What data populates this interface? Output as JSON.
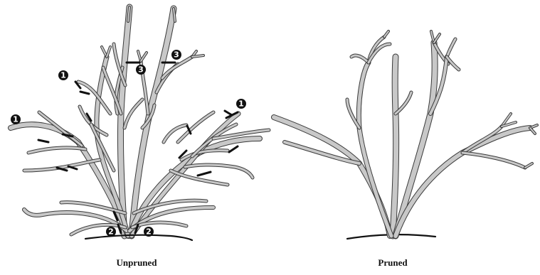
{
  "captions": {
    "left": "Unpruned",
    "right": "Pruned"
  },
  "markers": {
    "one": "1",
    "two": "2",
    "three": "3"
  },
  "colors": {
    "branch_fill": "#c8c8c8",
    "branch_outline": "#3a3a3a",
    "cut_marks": "#111111",
    "background": "#ffffff"
  }
}
